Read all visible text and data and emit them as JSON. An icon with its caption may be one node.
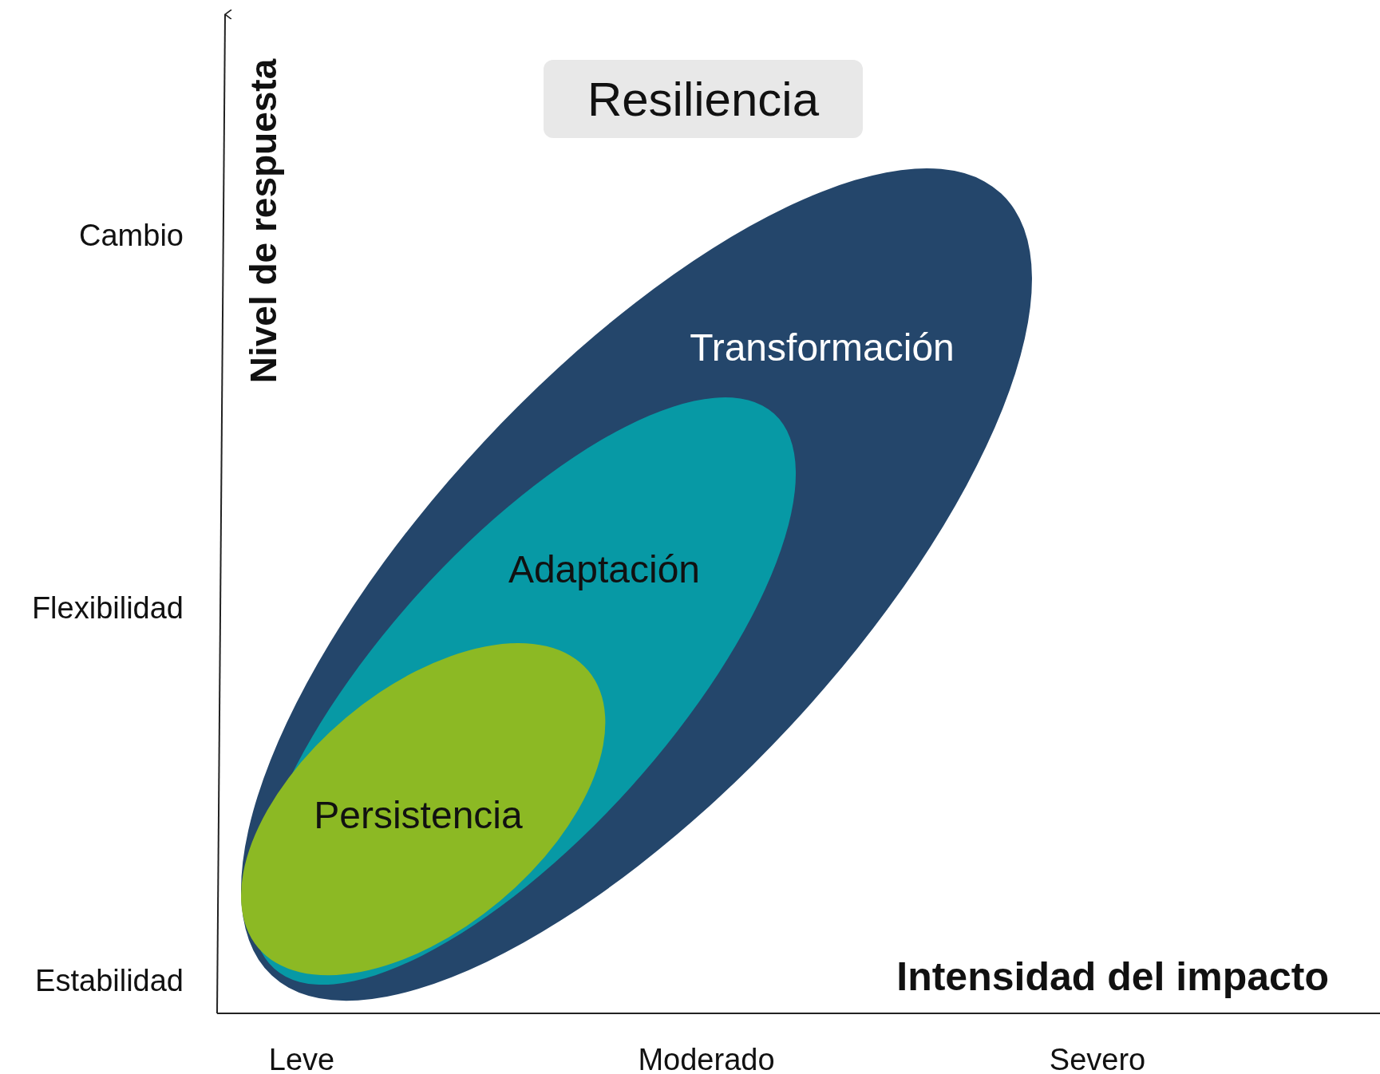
{
  "diagram": {
    "nodes": [
      {
        "text": [
          "Resiliencia"
        ]
      },
      {
        "text": [
          "Transformación"
        ]
      },
      {
        "text": [
          "Adaptación"
        ],
        "in": 1
      },
      {
        "text": [
          "Persistencia"
        ],
        "in": 2
      }
    ],
    "labels": [
      "Nivel de respuesta",
      "Cambio",
      "Flexibilidad",
      "Estabilidad",
      "Intensidad del impacto",
      "Leve",
      "Moderado",
      "Severo"
    ]
  }
}
